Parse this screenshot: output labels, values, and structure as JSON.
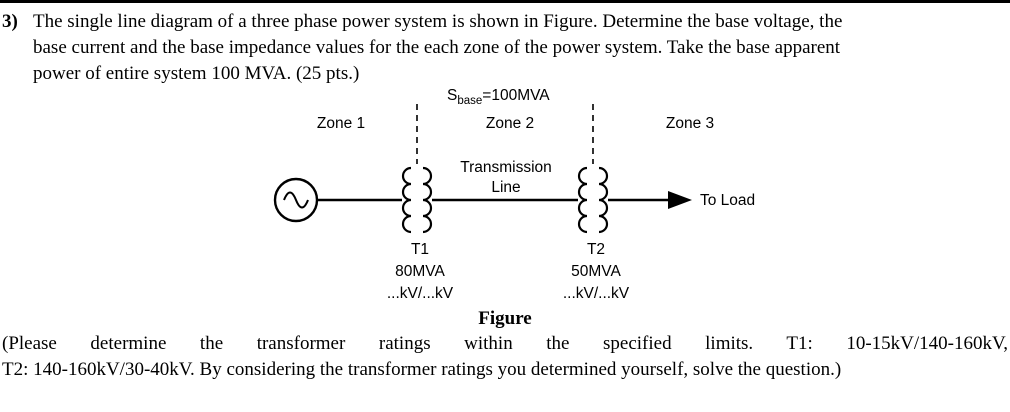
{
  "question": {
    "number": "3)",
    "line1": "The single line diagram of a three phase power system is shown in Figure. Determine the base voltage, the",
    "line2": "base current and the base impedance values for the each zone of the power system. Take the base apparent",
    "line3": "power of entire system 100 MVA. (25 pts.)"
  },
  "figure": {
    "sbase_prefix": "S",
    "sbase_sub": "base",
    "sbase_suffix": "=100MVA",
    "zones": [
      "Zone 1",
      "Zone 2",
      "Zone 3"
    ],
    "transmission_line_1": "Transmission",
    "transmission_line_2": "Line",
    "to_load": "To Load",
    "t1_name": "T1",
    "t1_rating": "80MVA",
    "t1_voltage": "...kV/...kV",
    "t2_name": "T2",
    "t2_rating": "50MVA",
    "t2_voltage": "...kV/...kV",
    "caption": "Figure"
  },
  "note": {
    "line1": "(Please determine the transformer ratings within the specified limits. T1: 10-15kV/140-160kV,",
    "line2": "T2: 140-160kV/30-40kV. By considering the transformer ratings you determined yourself, solve the question.)"
  }
}
